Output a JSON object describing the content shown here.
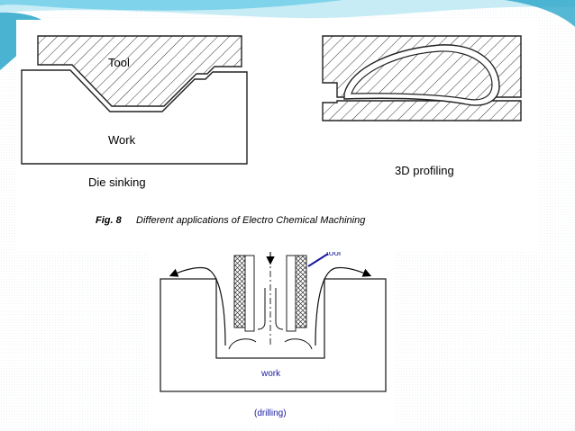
{
  "slide": {
    "accent_colors": [
      "#2aa6c9",
      "#7fd3ea",
      "#c7ecf6"
    ]
  },
  "figure_top": {
    "die_sinking": {
      "tool_label": "Tool",
      "work_label": "Work",
      "caption": "Die sinking"
    },
    "profiling": {
      "caption": "3D profiling"
    },
    "fig_number": "Fig. 8",
    "fig_caption": "Different applications of Electro Chemical Machining"
  },
  "figure_bottom": {
    "tool_label": "tool",
    "work_label": "work",
    "caption": "(drilling)",
    "label_color": "#1a1aa0"
  }
}
